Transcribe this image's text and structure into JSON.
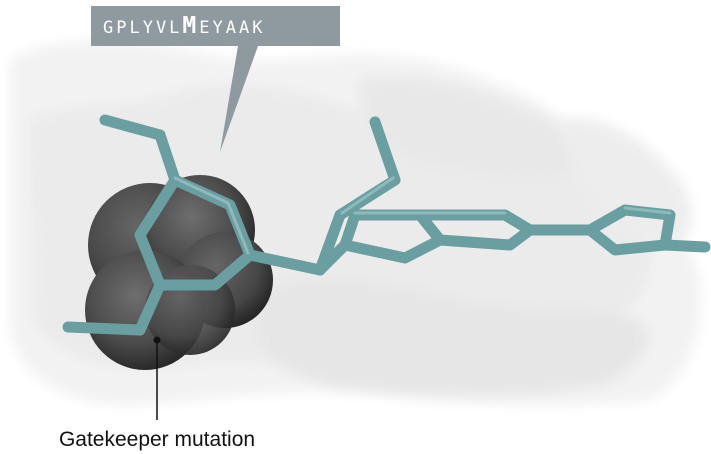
{
  "sequence_label": {
    "before": "GPLYVL",
    "mutated": "M",
    "after": "EYAAK"
  },
  "annotation": {
    "text": "Gatekeeper mutation"
  },
  "colors": {
    "ligand": "#6a9ea0",
    "ligand_light": "#8fbcbd",
    "gatekeeper_sphere": "#5b5b5b",
    "gatekeeper_sphere_dark": "#2f2f2f",
    "protein_surface": "#eeeeee",
    "callout_box": "#8f9aa0"
  }
}
